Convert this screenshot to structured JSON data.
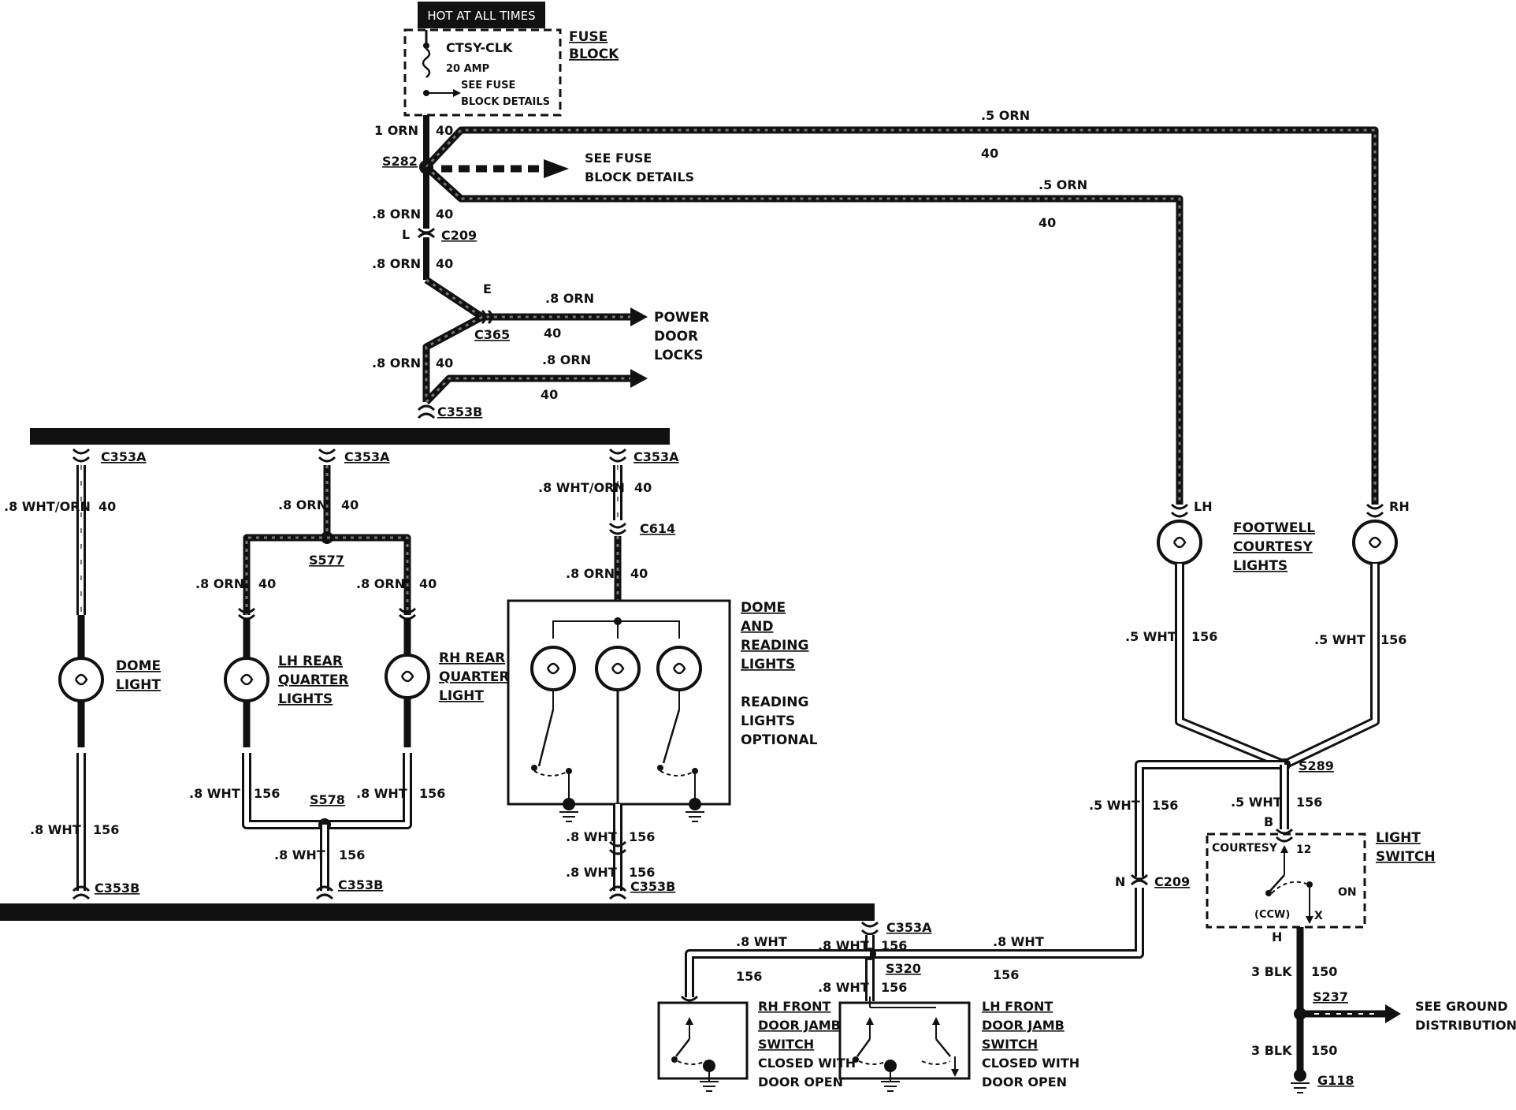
{
  "header": {
    "hot_label": "HOT AT ALL TIMES"
  },
  "fuse": {
    "name": "CTSY-CLK",
    "rating": "20 AMP",
    "see_fuse_line1": "SEE FUSE",
    "see_fuse_line2": "BLOCK DETAILS",
    "block_line1": "FUSE",
    "block_line2": "BLOCK"
  },
  "splices": {
    "s282": "S282",
    "s577": "S577",
    "s578": "S578",
    "s289": "S289",
    "s320": "S320",
    "s237": "S237"
  },
  "connectors": {
    "c209": "C209",
    "c365": "C365",
    "c353b": "C353B",
    "c353a": "C353A",
    "c614": "C614",
    "pin_l": "L",
    "pin_e": "E",
    "pin_n": "N",
    "pin_b": "B",
    "pin_h": "H",
    "pin_x": "X",
    "pin_12": "12"
  },
  "grounds": {
    "g118": "G118",
    "see_ground_line1": "SEE GROUND",
    "see_ground_line2": "DISTRIBUTION"
  },
  "wires": {
    "orn_1": "1 ORN",
    "orn_08": ".8 ORN",
    "orn_05": ".5 ORN",
    "wht_08": ".8 WHT",
    "wht_05": ".5 WHT",
    "whtorn_08": ".8 WHT/ORN",
    "blk_3": "3 BLK",
    "c40": "40",
    "c156": "156",
    "c150": "150"
  },
  "components": {
    "see_fuse_mid_line1": "SEE FUSE",
    "see_fuse_mid_line2": "BLOCK DETAILS",
    "power_door_locks": [
      "POWER",
      "DOOR",
      "LOCKS"
    ],
    "dome_light": [
      "DOME",
      "LIGHT"
    ],
    "lh_rear": [
      "LH REAR",
      "QUARTER",
      "LIGHTS"
    ],
    "rh_rear": [
      "RH REAR",
      "QUARTER",
      "LIGHT"
    ],
    "dome_reading": [
      "DOME",
      "AND",
      "READING",
      "LIGHTS"
    ],
    "reading_optional": [
      "READING",
      "LIGHTS",
      "OPTIONAL"
    ],
    "footwell": [
      "FOOTWELL",
      "COURTESY",
      "LIGHTS"
    ],
    "lh": "LH",
    "rh": "RH",
    "light_switch": [
      "LIGHT",
      "SWITCH"
    ],
    "courtesy": "COURTESY",
    "on": "ON",
    "ccw": "(CCW)",
    "rh_front": [
      "RH FRONT",
      "DOOR JAMB",
      "SWITCH"
    ],
    "lh_front": [
      "LH FRONT",
      "DOOR JAMB",
      "SWITCH"
    ],
    "closed_with": [
      "CLOSED WITH",
      "DOOR OPEN"
    ]
  },
  "colors": {
    "ink": "#111111",
    "gray_wire": "#777777",
    "background": "#ffffff"
  }
}
